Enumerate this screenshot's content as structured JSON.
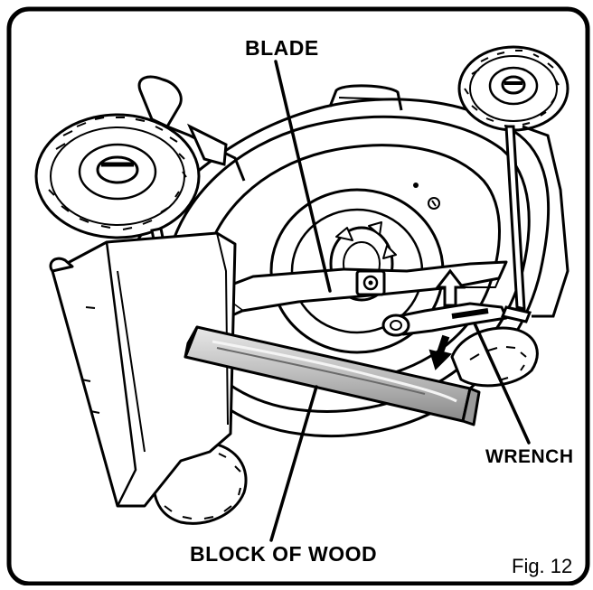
{
  "labels": {
    "blade": "BLADE",
    "wrench": "WRENCH",
    "block_of_wood": "BLOCK OF WOOD",
    "figure": "Fig. 12"
  },
  "colors": {
    "ink": "#000000",
    "paper": "#ffffff",
    "wood_shade": "#bdbdbd"
  },
  "icons": {
    "rotate_arrow_up": "arrow-up-icon",
    "rotate_arrow_down": "arrow-down-icon"
  }
}
